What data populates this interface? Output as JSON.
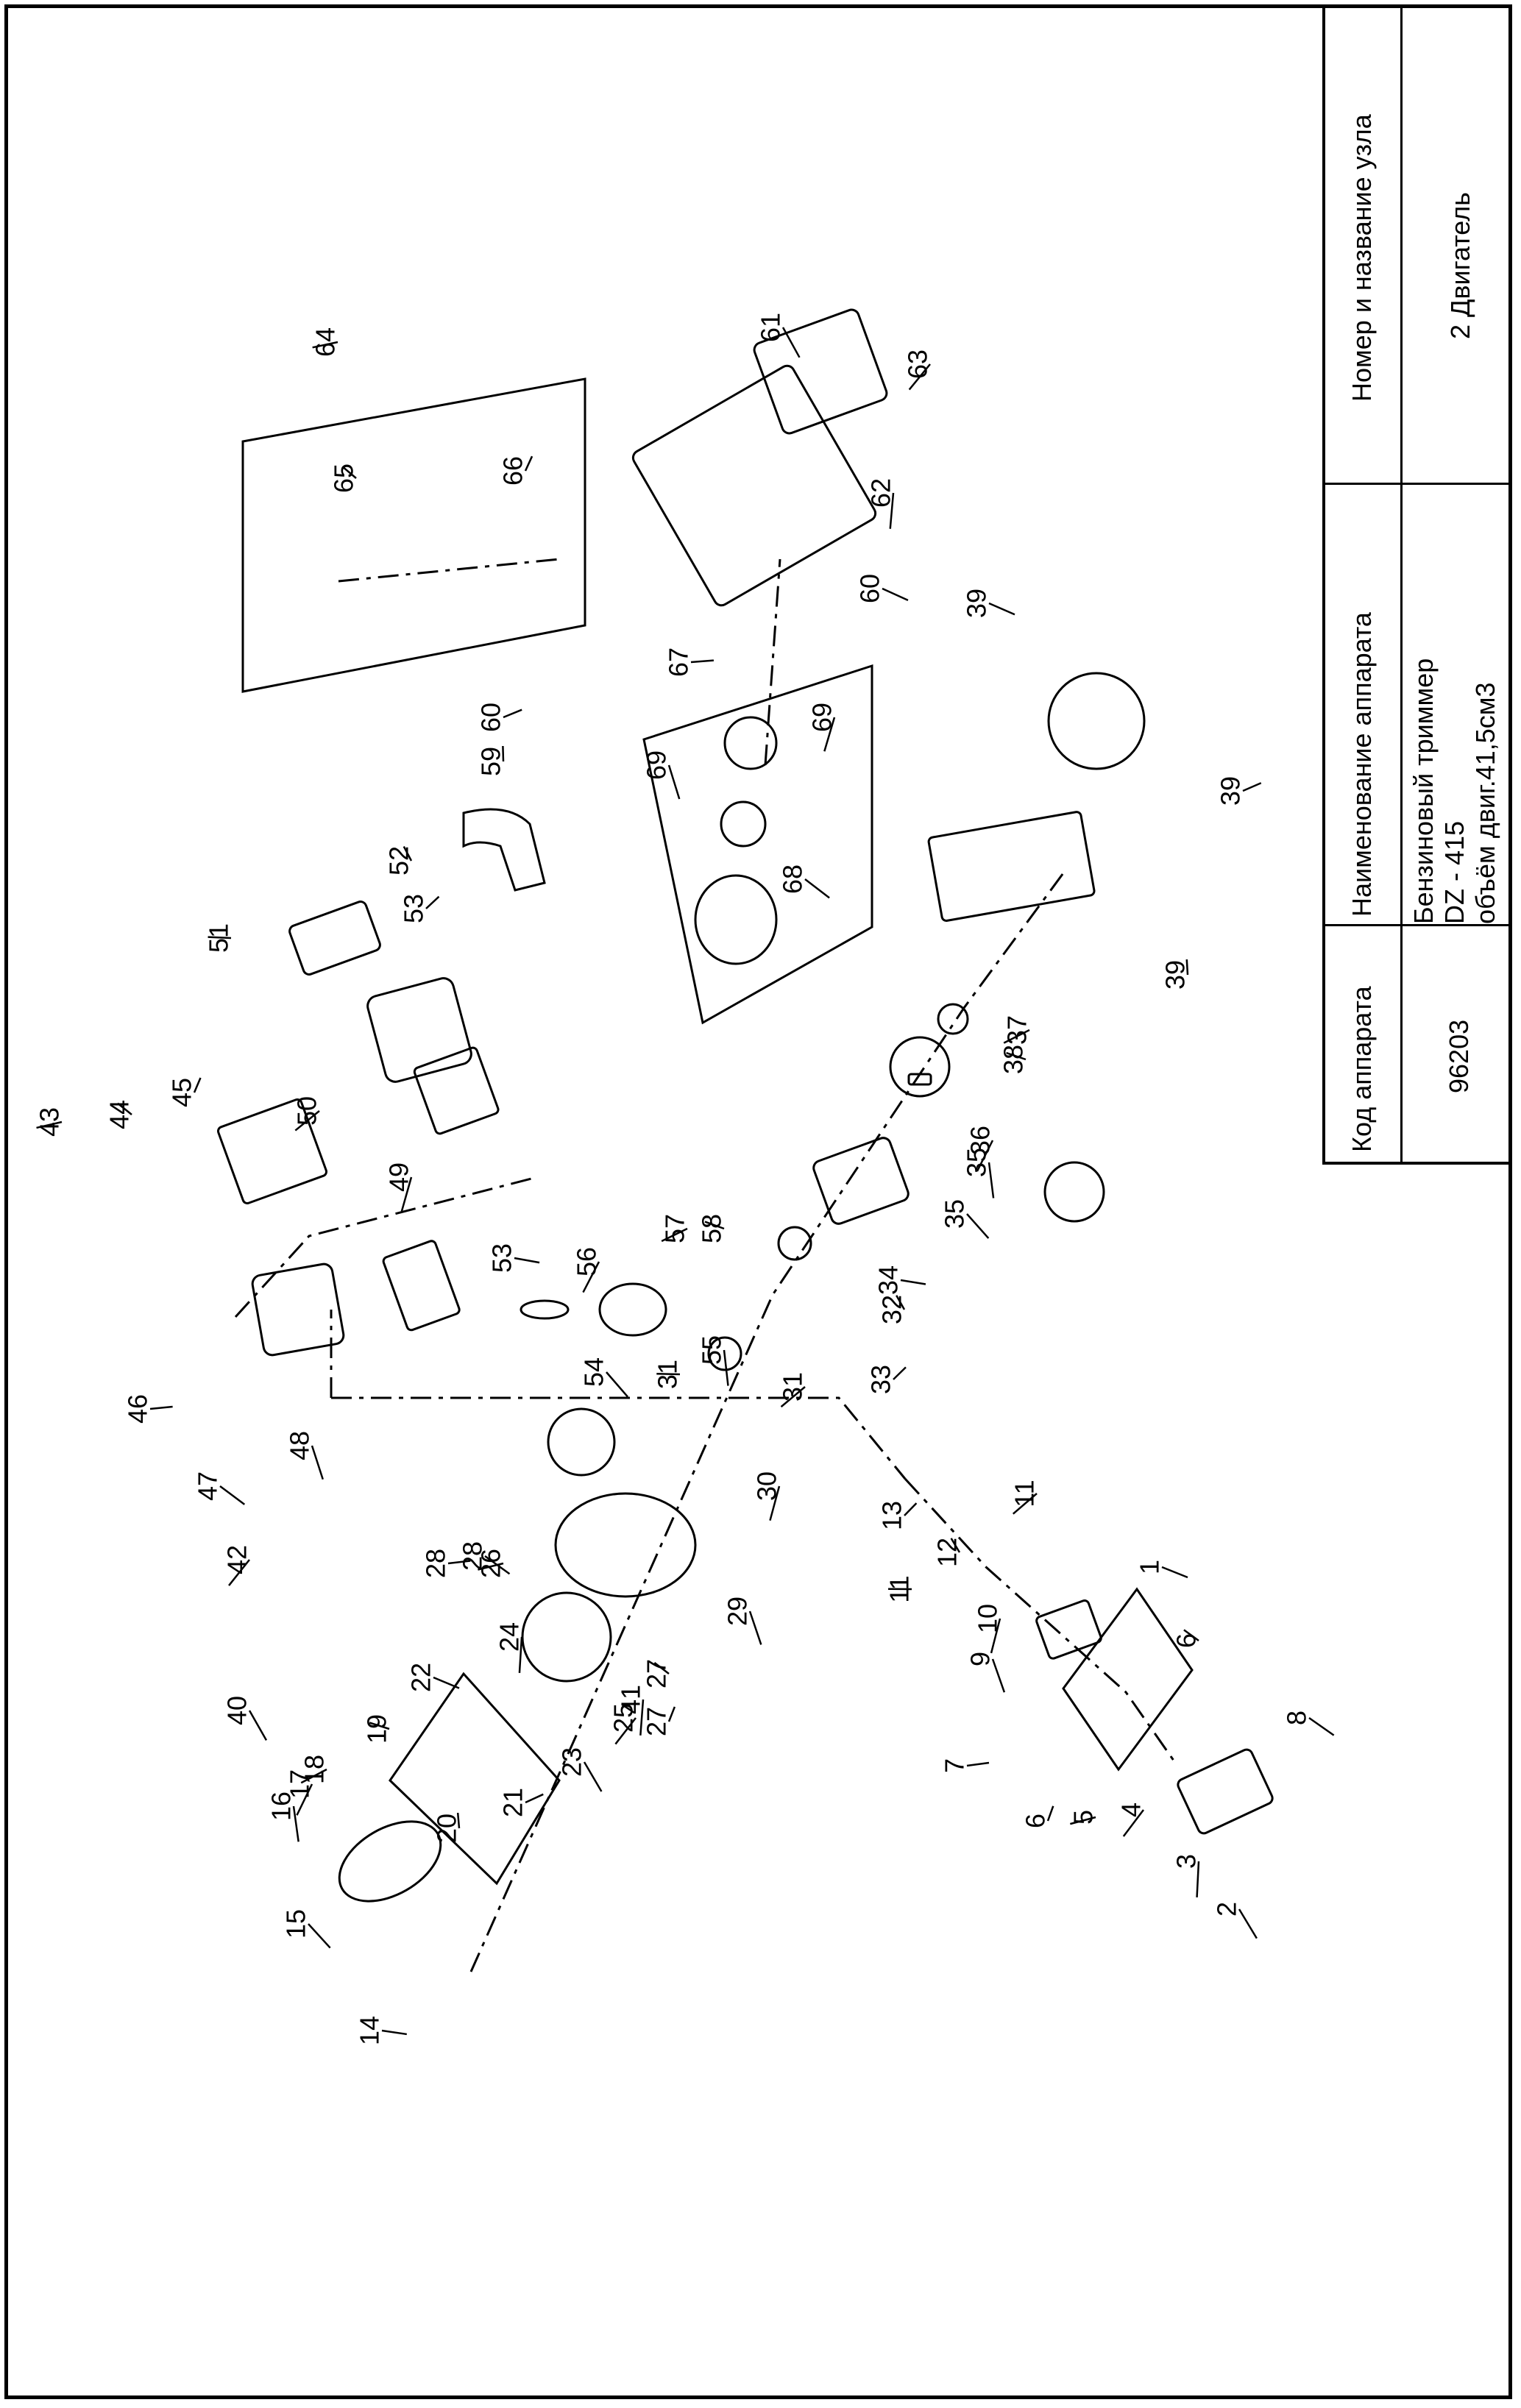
{
  "title_block": {
    "col1_header": "Код аппарата",
    "col1_value": "96203",
    "col2_header": "Наименование аппарата",
    "col2_value_line1": "Бензиновый триммер",
    "col2_value_line2": "DZ - 415",
    "col2_value_line3": "объём двиг.41,5см3",
    "col3_header": "Номер и название узла",
    "col3_value": "2 Двигатель"
  },
  "callouts": [
    "1",
    "2",
    "3",
    "4",
    "5",
    "6",
    "6",
    "7",
    "8",
    "9",
    "10",
    "11",
    "11",
    "12",
    "13",
    "14",
    "15",
    "16",
    "17",
    "18",
    "19",
    "20",
    "21",
    "22",
    "23",
    "24",
    "25",
    "26",
    "27",
    "27",
    "28",
    "28",
    "29",
    "30",
    "31",
    "31",
    "32",
    "33",
    "34",
    "35",
    "35",
    "36",
    "37",
    "38",
    "39",
    "39",
    "39",
    "40",
    "41",
    "42",
    "43",
    "44",
    "45",
    "46",
    "47",
    "48",
    "49",
    "50",
    "51",
    "52",
    "53",
    "53",
    "54",
    "55",
    "56",
    "57",
    "58",
    "59",
    "60",
    "60",
    "61",
    "62",
    "63",
    "64",
    "65",
    "66",
    "67",
    "68",
    "69",
    "69"
  ]
}
